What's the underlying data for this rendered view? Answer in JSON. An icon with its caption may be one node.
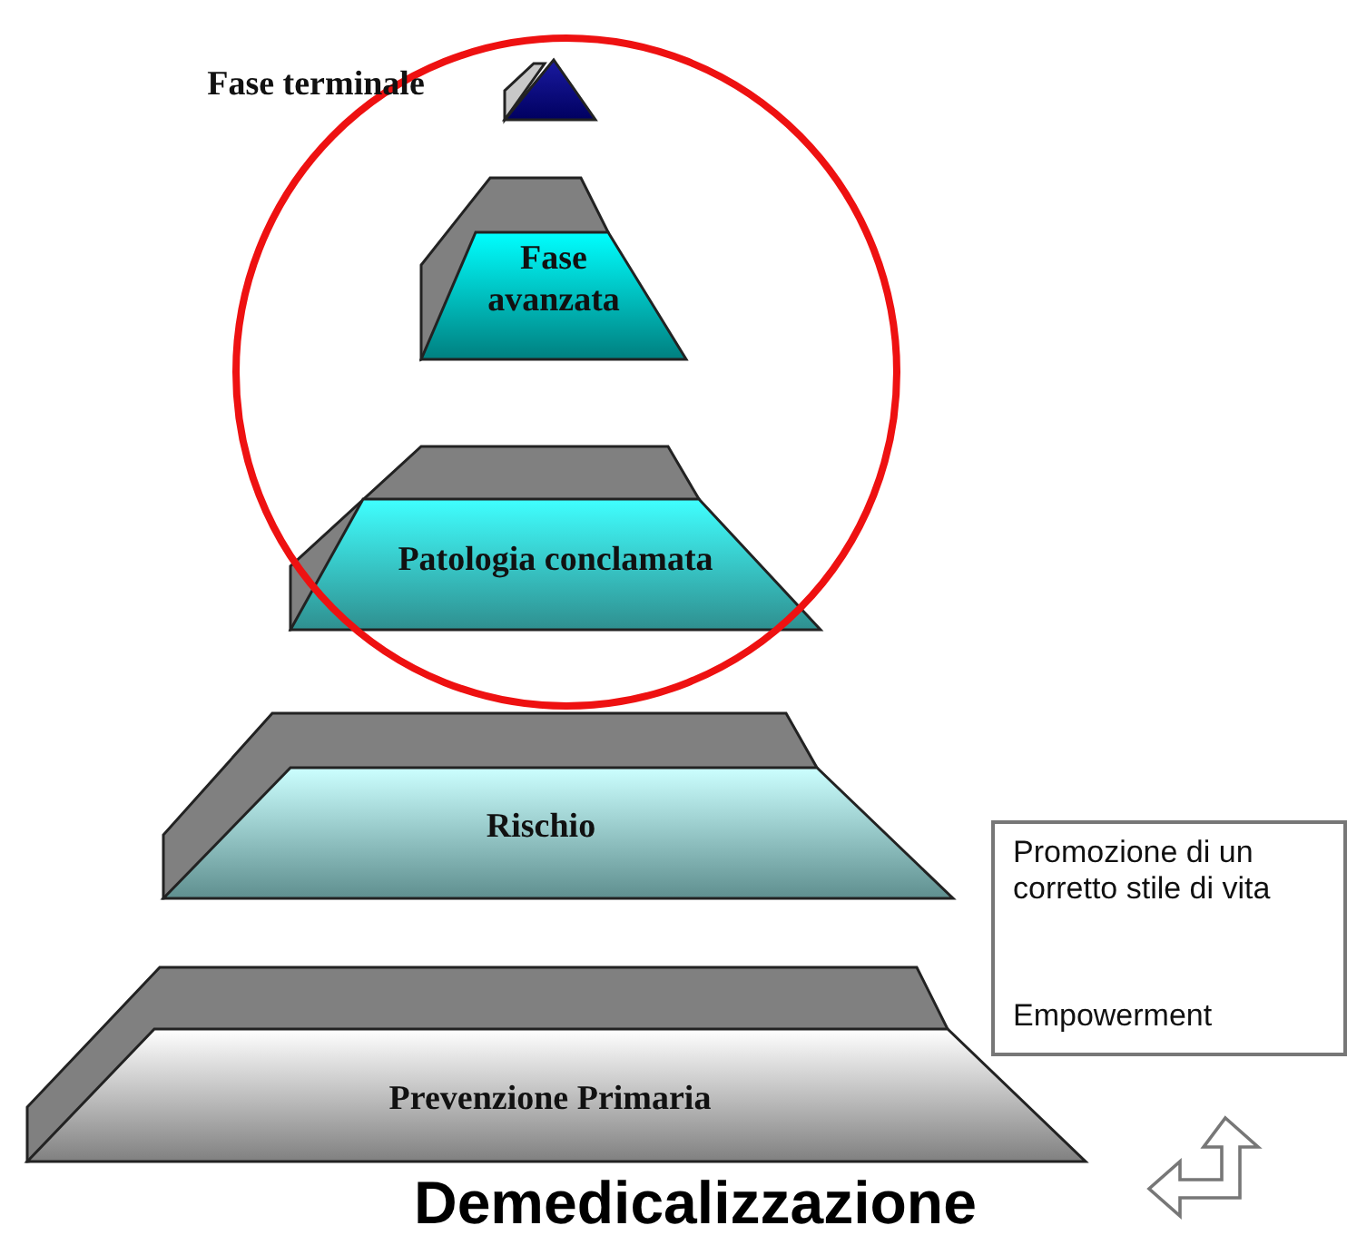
{
  "diagram": {
    "nodes": [
      {
        "text": [
          "Fase terminale"
        ]
      },
      {
        "text": [
          "Fase avanzata"
        ]
      },
      {
        "text": [
          "Patologia conclamata"
        ]
      },
      {
        "text": [
          "Rischio"
        ]
      },
      {
        "text": [
          "Prevenzione Primaria"
        ]
      },
      {
        "text": [
          "Promozione di un corretto stile di vita",
          "Empowerment"
        ]
      }
    ],
    "labels": [
      "Demedicalizzazione"
    ]
  }
}
